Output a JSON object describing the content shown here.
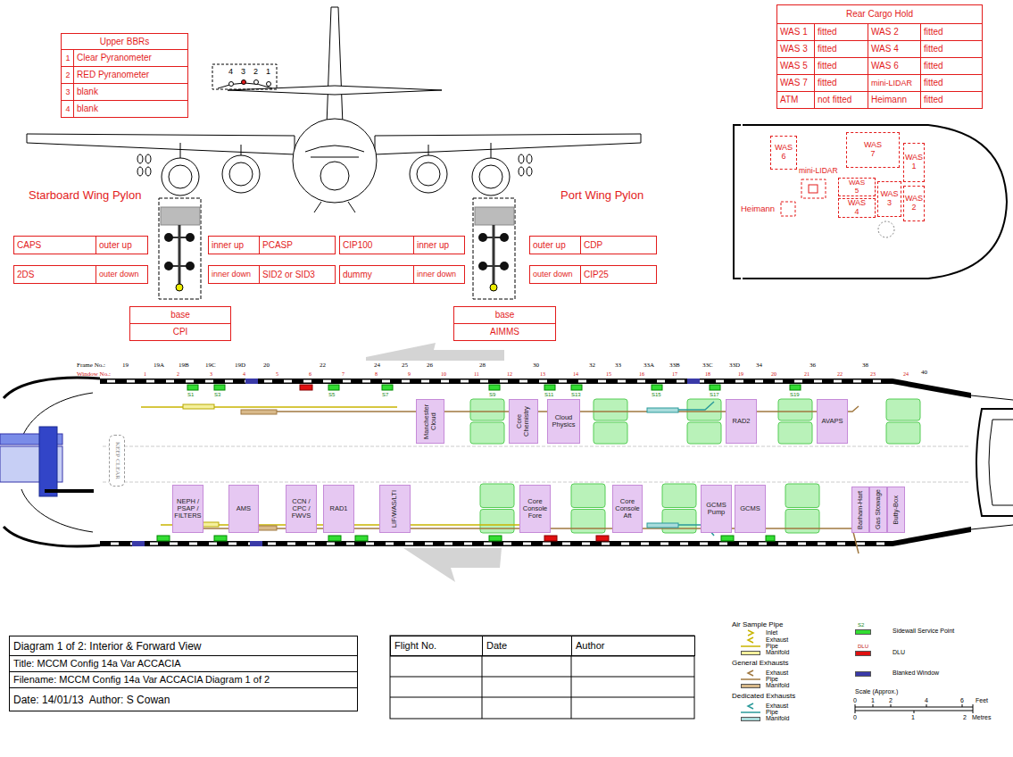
{
  "diagram": {
    "title": "Diagram 1 of 2: Interior & Forward View",
    "nodes": [
      {
        "text": [
          "WAS 6"
        ]
      },
      {
        "text": [
          "WAS 7"
        ]
      },
      {
        "text": [
          "WAS 1"
        ]
      },
      {
        "text": [
          "mini-LIDAR"
        ]
      },
      {
        "text": [
          "WAS 5"
        ]
      },
      {
        "text": [
          "WAS 3"
        ]
      },
      {
        "text": [
          "WAS 2"
        ]
      },
      {
        "text": [
          "Heimann"
        ]
      },
      {
        "text": [
          "WAS 4"
        ]
      },
      {
        "text": [
          "KEEP CLEAR"
        ]
      },
      {
        "text": [
          "Manchester Cloud"
        ]
      },
      {
        "text": [
          "Core Chemistry"
        ]
      },
      {
        "text": [
          "Cloud Physics"
        ]
      },
      {
        "text": [
          "RAD2"
        ]
      },
      {
        "text": [
          "AVAPS"
        ]
      },
      {
        "text": [
          "NEPH / PSAP / FILTERS"
        ]
      },
      {
        "text": [
          "AMS"
        ]
      },
      {
        "text": [
          "CCN / CPC / FWVS"
        ]
      },
      {
        "text": [
          "RAD1"
        ]
      },
      {
        "text": [
          "LIF/WAS/LTI"
        ]
      },
      {
        "text": [
          "Core Console Fore"
        ]
      },
      {
        "text": [
          "Core Console Aft"
        ]
      },
      {
        "text": [
          "GCMS Pump"
        ]
      },
      {
        "text": [
          "GCMS"
        ]
      },
      {
        "text": [
          "Barham-Hart"
        ]
      },
      {
        "text": [
          "Gas Stowage"
        ]
      },
      {
        "text": [
          "Butty-Box"
        ]
      }
    ],
    "labels": [
      "Upper BBRs",
      "1",
      "Clear Pyranometer",
      "2",
      "RED Pyranometer",
      "3",
      "blank",
      "4",
      "blank",
      "4",
      "3",
      "2",
      "1",
      "Starboard Wing Pylon",
      "Port Wing Pylon",
      "CAPS",
      "outer up",
      "inner up",
      "PCASP",
      "CIP100",
      "inner up",
      "outer up",
      "CDP",
      "2DS",
      "outer down",
      "inner down",
      "SID2 or SID3",
      "dummy",
      "inner down",
      "outer down",
      "CIP25",
      "base",
      "CPI",
      "base",
      "AIMMS",
      "Rear Cargo Hold",
      "WAS 1",
      "fitted",
      "WAS 2",
      "fitted",
      "WAS 3",
      "fitted",
      "WAS 4",
      "fitted",
      "WAS 5",
      "fitted",
      "WAS 6",
      "fitted",
      "WAS 7",
      "fitted",
      "mini-LIDAR",
      "fitted",
      "ATM",
      "not fitted",
      "Heimann",
      "fitted",
      "Frame No.:",
      "Window No.:",
      "19",
      "19A",
      "19B",
      "19C",
      "19D",
      "20",
      "22",
      "24",
      "25",
      "26",
      "28",
      "30",
      "32",
      "33",
      "33A",
      "33B",
      "33C",
      "33D",
      "34",
      "36",
      "38",
      "40",
      "1",
      "2",
      "3",
      "4",
      "5",
      "6",
      "7",
      "8",
      "9",
      "10",
      "11",
      "12",
      "13",
      "14",
      "15",
      "16",
      "17",
      "18",
      "19",
      "20",
      "21",
      "22",
      "23",
      "24",
      "S1",
      "S3",
      "S5",
      "S7",
      "S9",
      "S11",
      "S13",
      "S15",
      "S17",
      "S19",
      "Title: MCCM Config 14a Var ACCACIA",
      "Filename: MCCM Config 14a Var ACCACIA Diagram 1 of 2",
      "Date: 14/01/13  Author: S Cowan",
      "Flight No.",
      "Date",
      "Author",
      "Air Sample Pipe",
      "General Exhausts",
      "Dedicated Exhausts",
      "S2",
      "DLU",
      "Scale (Approx.)",
      "0",
      "1",
      "2",
      "4",
      "6",
      "Feet",
      "0",
      "1",
      "2",
      "Metres"
    ],
    "legend": [
      {
        "text": "Inlet"
      },
      {
        "text": "Exhaust"
      },
      {
        "text": "Pipe"
      },
      {
        "text": "Manifold",
        "color": "#f4f09c"
      },
      {
        "text": "Exhaust"
      },
      {
        "text": "Pipe"
      },
      {
        "text": "Manifold",
        "color": "#d8b98a"
      },
      {
        "text": "Exhaust"
      },
      {
        "text": "Pipe"
      },
      {
        "text": "Manifold",
        "color": "#a9dcdc"
      },
      {
        "text": "Sidewall Service Point",
        "color": "#33dd33"
      },
      {
        "text": "DLU",
        "color": "#e01010"
      },
      {
        "text": "Blanked Window",
        "color": "#3a3aa8"
      }
    ]
  }
}
